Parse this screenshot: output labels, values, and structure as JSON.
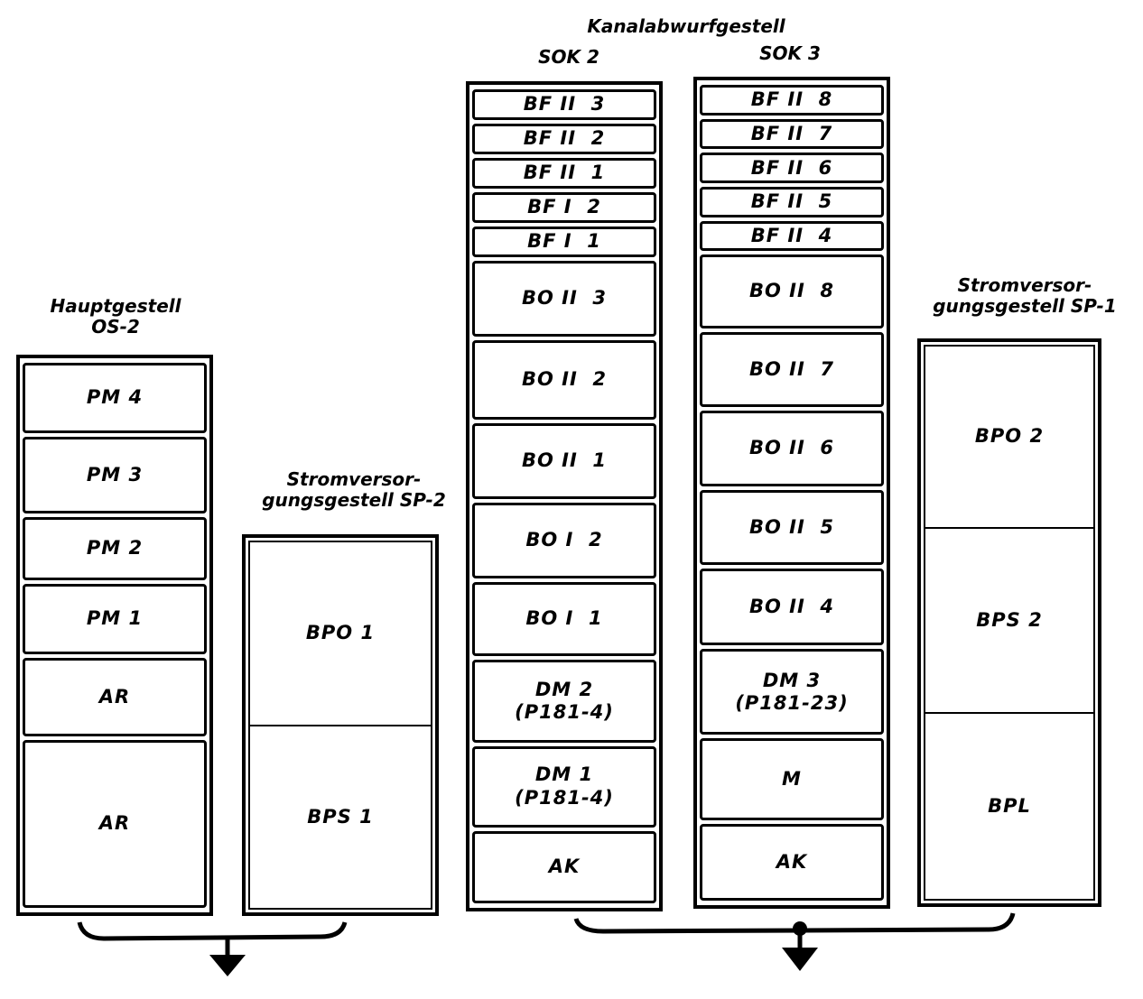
{
  "labels": {
    "main_rack": "Hauptgestell\nOS-2",
    "power_sp2": "Stromversor-\ngungsgestell SP-2",
    "console_group": "Kanalabwurfgestell",
    "sok2": "SOK 2",
    "sok3": "SOK 3",
    "power_sp1": "Stromversor-\ngungsgestell SP-1"
  },
  "racks": {
    "os2": [
      "PM 4",
      "PM 3",
      "PM 2",
      "PM 1",
      "AR",
      "AR"
    ],
    "sp2": [
      "BPO 1",
      "BPS 1"
    ],
    "sok2": [
      "BF II  3",
      "BF II  2",
      "BF II  1",
      "BF I  2",
      "BF I  1",
      "BO II  3",
      "BO II  2",
      "BO II  1",
      "BO I  2",
      "BO I  1",
      "DM 2\n(P181-4)",
      "DM 1\n(P181-4)",
      "AK"
    ],
    "sok3": [
      "BF II  8",
      "BF II  7",
      "BF II  6",
      "BF II  5",
      "BF II  4",
      "BO II  8",
      "BO II  7",
      "BO II  6",
      "BO II  5",
      "BO II  4",
      "DM 3\n(P181-23)",
      "M",
      "AK"
    ],
    "sp1": [
      "BPO 2",
      "BPS 2",
      "BPL"
    ]
  }
}
